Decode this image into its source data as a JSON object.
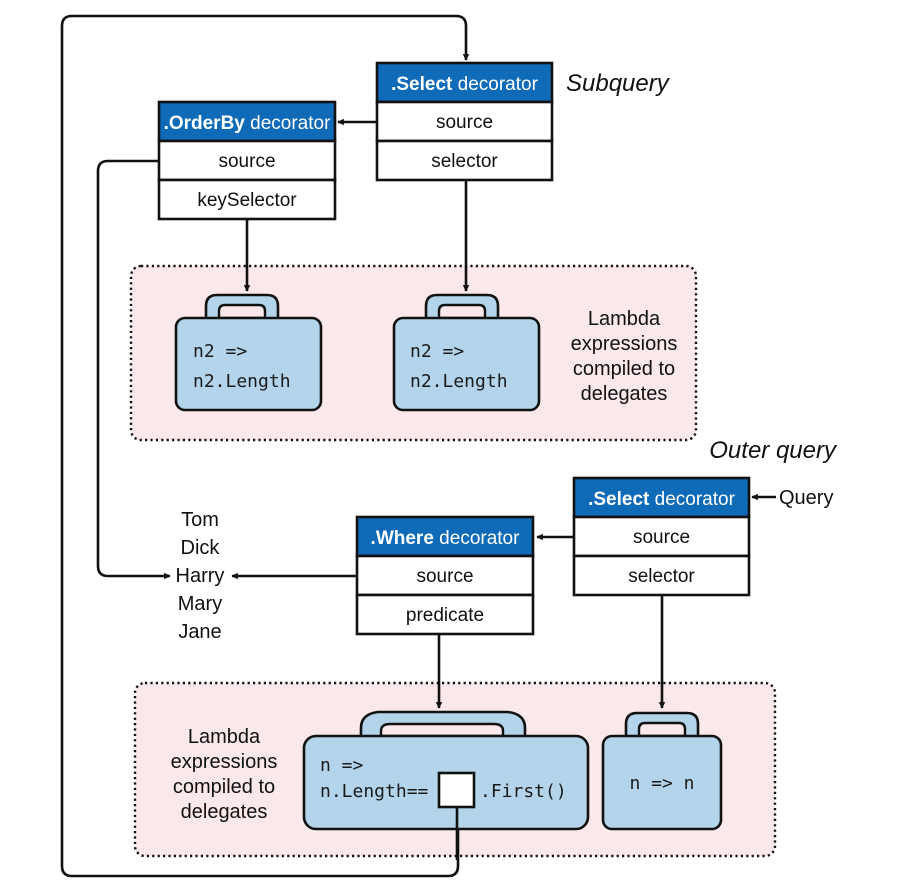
{
  "colors": {
    "header_blue": "#0f6ab8",
    "delegate_fill": "#b3d4ea",
    "region_fill": "#fae8ea",
    "line": "#111111"
  },
  "labels": {
    "subquery": "Subquery",
    "outer_query": "Outer query",
    "query": "Query"
  },
  "decorators": {
    "sub_select": {
      "bold": ".Select",
      "rest": " decorator",
      "fields": [
        "source",
        "selector"
      ]
    },
    "orderby": {
      "bold": ".OrderBy",
      "rest": " decorator",
      "fields": [
        "source",
        "keySelector"
      ]
    },
    "outer_select": {
      "bold": ".Select",
      "rest": " decorator",
      "fields": [
        "source",
        "selector"
      ]
    },
    "where": {
      "bold": ".Where",
      "rest": " decorator",
      "fields": [
        "source",
        "predicate"
      ]
    }
  },
  "regions": {
    "top": {
      "caption": [
        "Lambda",
        "expressions",
        "compiled to",
        "delegates"
      ]
    },
    "bottom": {
      "caption": [
        "Lambda",
        "expressions",
        "compiled to",
        "delegates"
      ]
    }
  },
  "delegates": {
    "orderby_key": {
      "lines": [
        "n2 =>",
        "n2.Length"
      ]
    },
    "sub_selector": {
      "lines": [
        "n2 =>",
        "n2.Length"
      ]
    },
    "where_predicate": {
      "lines": [
        "n =>",
        "n.Length==",
        ".First()"
      ]
    },
    "outer_selector": {
      "lines": [
        "n => n"
      ]
    }
  },
  "names": [
    "Tom",
    "Dick",
    "Harry",
    "Mary",
    "Jane"
  ]
}
